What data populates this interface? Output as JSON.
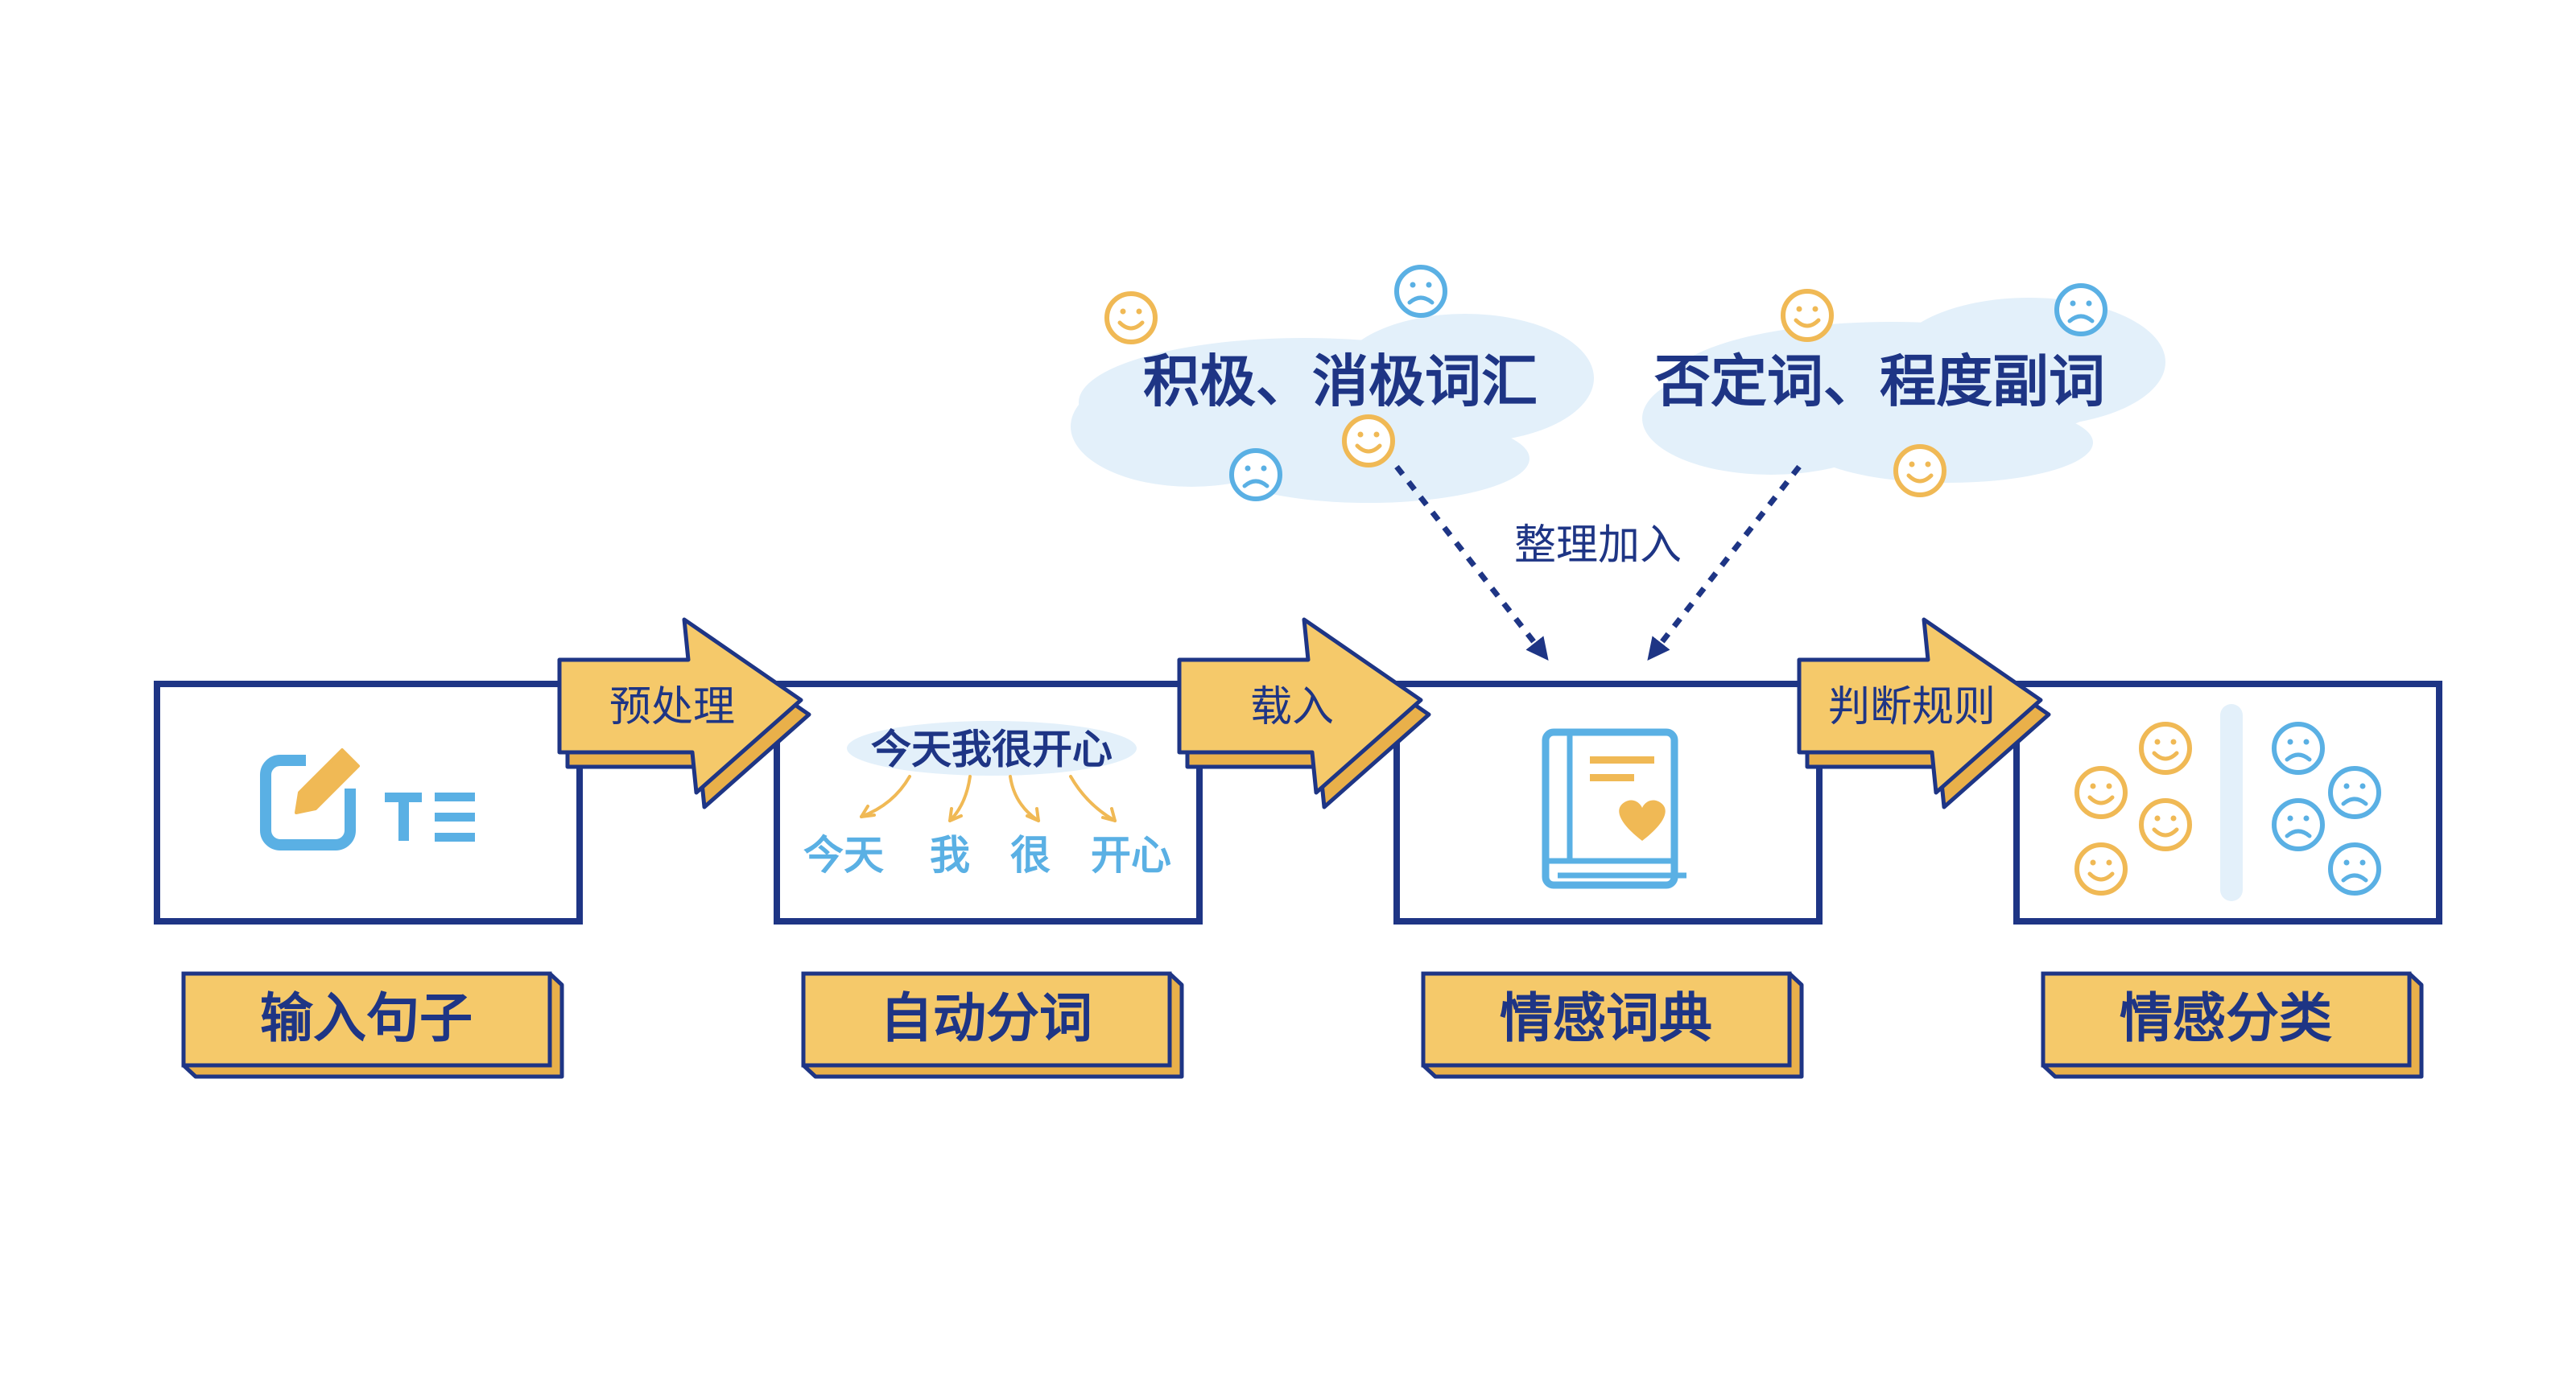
{
  "colors": {
    "navy": "#1e3585",
    "yellow": "#f5c96a",
    "yellow_dark": "#e9b04a",
    "blue": "#5ab0e4",
    "cloud": "#e3f0fa",
    "orange_arrow": "#f0b955"
  },
  "sources": {
    "sentiment_words": "积极、消极词汇",
    "modifier_words": "否定词、程度副词",
    "merge_label": "整理加入"
  },
  "steps": [
    {
      "label": "输入句子",
      "icon": "edit-text-icon"
    },
    {
      "label": "自动分词",
      "icon": "word-segmentation",
      "sentence": "今天我很开心",
      "tokens": [
        "今天",
        "我",
        "很",
        "开心"
      ]
    },
    {
      "label": "情感词典",
      "icon": "heart-book-icon"
    },
    {
      "label": "情感分类",
      "icon": "smiley-sort-icon"
    }
  ],
  "arrows": [
    {
      "label": "预处理"
    },
    {
      "label": "载入"
    },
    {
      "label": "判断规则"
    }
  ]
}
